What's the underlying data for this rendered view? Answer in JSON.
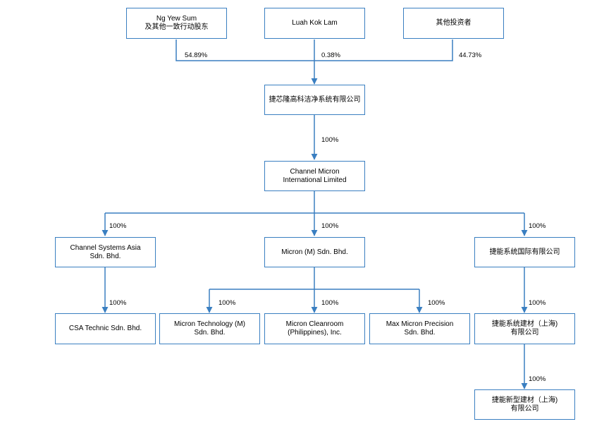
{
  "nodes": {
    "ng": {
      "lines": [
        "Ng Yew Sum",
        "及其他一致行动股东"
      ]
    },
    "luah": {
      "lines": [
        "Luah Kok Lam"
      ]
    },
    "others": {
      "lines": [
        "其他投资者"
      ]
    },
    "jiexin": {
      "lines": [
        "捷芯隆高科洁净系统有限公司"
      ]
    },
    "cmi": {
      "lines": [
        "Channel Micron",
        "International Limited"
      ]
    },
    "csa": {
      "lines": [
        "Channel Systems Asia",
        "Sdn. Bhd."
      ]
    },
    "micron_m": {
      "lines": [
        "Micron (M) Sdn. Bhd."
      ]
    },
    "jieneng_intl": {
      "lines": [
        "捷能系统国际有限公司"
      ]
    },
    "csa_technic": {
      "lines": [
        "CSA Technic Sdn. Bhd."
      ]
    },
    "micron_tech": {
      "lines": [
        "Micron Technology (M)",
        "Sdn. Bhd."
      ]
    },
    "micron_clean": {
      "lines": [
        "Micron Cleanroom",
        "(Philippines), Inc."
      ]
    },
    "max_micron": {
      "lines": [
        "Max Micron Precision",
        "Sdn. Bhd."
      ]
    },
    "jieneng_sh": {
      "lines": [
        "捷能系统建材（上海)",
        "有限公司"
      ]
    },
    "jieneng_new": {
      "lines": [
        "捷能新型建材（上海)",
        "有限公司"
      ]
    }
  },
  "edges": {
    "ng_jiexin": "54.89%",
    "luah_jiexin": "0.38%",
    "others_jiexin": "44.73%",
    "jiexin_cmi": "100%",
    "cmi_csa": "100%",
    "cmi_micron_m": "100%",
    "cmi_jieneng_intl": "100%",
    "csa_csa_technic": "100%",
    "micron_m_micron_tech": "100%",
    "micron_m_micron_clean": "100%",
    "micron_m_max_micron": "100%",
    "jieneng_intl_jieneng_sh": "100%",
    "jieneng_sh_jieneng_new": "100%"
  },
  "colors": {
    "line": "#3a7fc1",
    "border": "#3a7fc1"
  }
}
